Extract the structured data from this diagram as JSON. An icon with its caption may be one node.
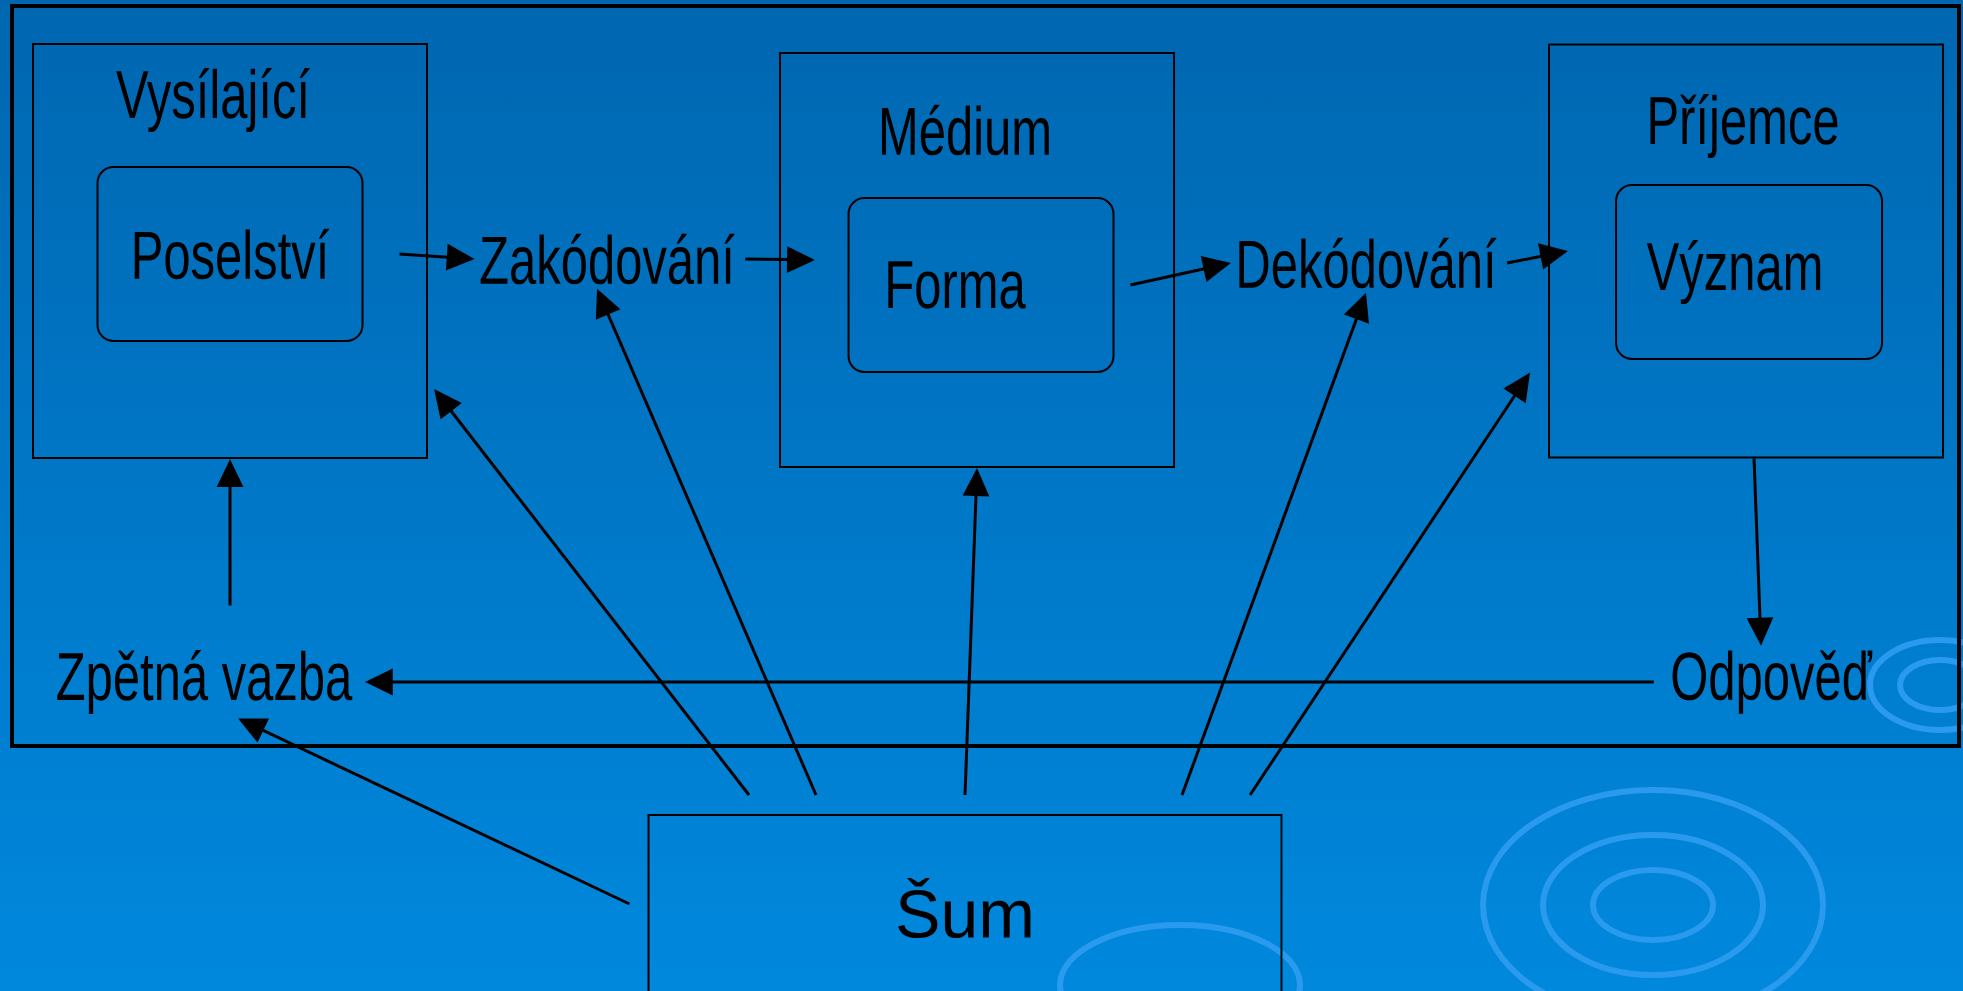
{
  "diagram": {
    "nodes": [
      {
        "text": [
          "Vysílající"
        ]
      },
      {
        "text": [
          "Poselství"
        ],
        "in": 0
      },
      {
        "text": [
          "Zakódování"
        ]
      },
      {
        "text": [
          "Médium"
        ]
      },
      {
        "text": [
          "Forma"
        ],
        "in": 3
      },
      {
        "text": [
          "Dekódování"
        ]
      },
      {
        "text": [
          "Příjemce"
        ]
      },
      {
        "text": [
          "Význam"
        ],
        "in": 6
      },
      {
        "text": [
          "Odpověď"
        ]
      },
      {
        "text": [
          "Zpětná vazba"
        ]
      },
      {
        "text": [
          "Šum"
        ]
      }
    ],
    "edges": [
      {
        "from": 1,
        "to": 2,
        "arrow": "to"
      },
      {
        "from": 2,
        "to": 3,
        "arrow": "to"
      },
      {
        "from": 4,
        "to": 5,
        "arrow": "to"
      },
      {
        "from": 5,
        "to": 6,
        "arrow": "to"
      },
      {
        "from": 6,
        "to": 8,
        "arrow": "to"
      },
      {
        "from": 8,
        "to": 9,
        "arrow": "to"
      },
      {
        "from": 9,
        "to": 0,
        "arrow": "to"
      },
      {
        "from": 10,
        "to": 9,
        "arrow": "to"
      },
      {
        "from": 10,
        "to": 0,
        "arrow": "to"
      },
      {
        "from": 10,
        "to": 2,
        "arrow": "to"
      },
      {
        "from": 10,
        "to": 3,
        "arrow": "to"
      },
      {
        "from": 10,
        "to": 5,
        "arrow": "to"
      },
      {
        "from": 10,
        "to": 6,
        "arrow": "to"
      }
    ]
  }
}
